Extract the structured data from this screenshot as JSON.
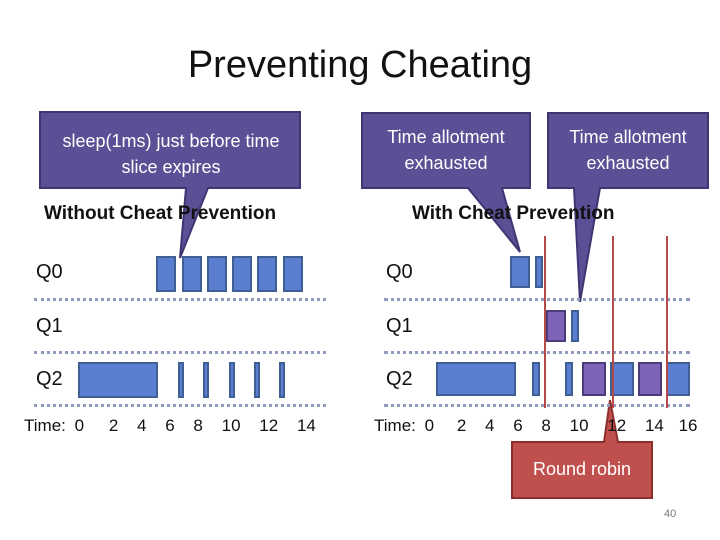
{
  "slide": {
    "title": "Preventing Cheating",
    "page_number": "40"
  },
  "left_panel": {
    "heading": "Without Cheat Prevention",
    "queues": [
      "Q0",
      "Q1",
      "Q2"
    ],
    "time_label": "Time:",
    "ticks": [
      "0",
      "2",
      "4",
      "6",
      "8",
      "10",
      "12",
      "14"
    ]
  },
  "right_panel": {
    "heading": "With Cheat Prevention",
    "queues": [
      "Q0",
      "Q1",
      "Q2"
    ],
    "time_label": "Time:",
    "ticks": [
      "0",
      "2",
      "4",
      "6",
      "8",
      "10",
      "12",
      "14",
      "16"
    ]
  },
  "callouts": {
    "sleep": "sleep(1ms) just before time slice expires",
    "allotment_1": "Time allotment exhausted",
    "allotment_2": "Time allotment exhausted",
    "round_robin": "Round robin"
  },
  "colors": {
    "short_job": "#5b7fd0",
    "long_job": "#7f63b8",
    "callout_fill": "#5d4f95",
    "round_robin_fill": "#c0504d",
    "marker_line": "#b44a4a"
  }
}
